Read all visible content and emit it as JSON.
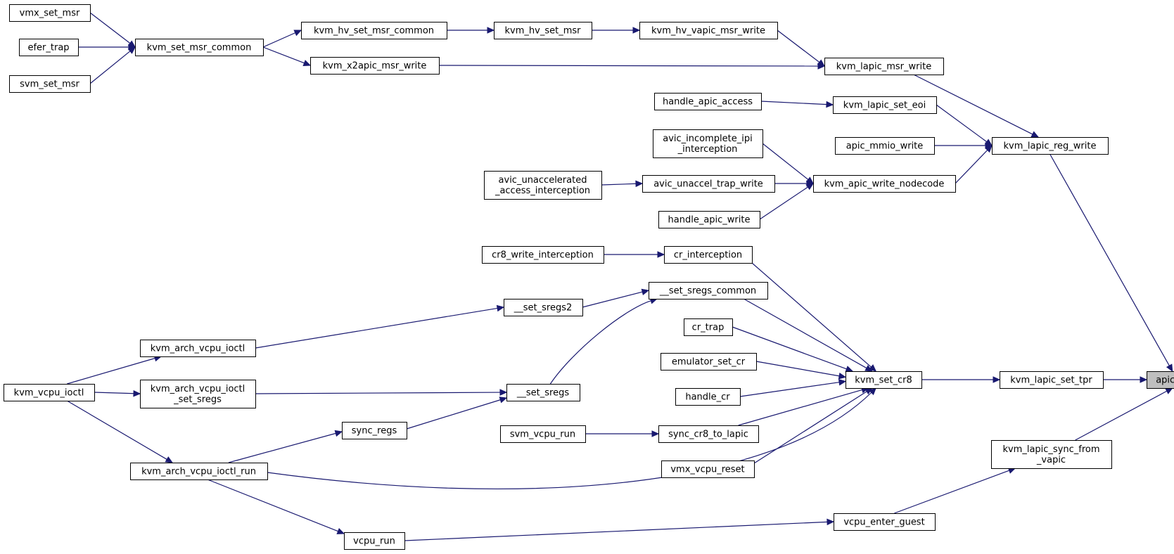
{
  "colors": {
    "edge": "#191970",
    "highlight_fill": "#bfbfbf",
    "box_fill": "#ffffff",
    "box_stroke": "#000000"
  },
  "nodes": {
    "vmx_set_msr": [
      "vmx_set_msr"
    ],
    "efer_trap": [
      "efer_trap"
    ],
    "svm_set_msr": [
      "svm_set_msr"
    ],
    "kvm_set_msr_common": [
      "kvm_set_msr_common"
    ],
    "kvm_hv_set_msr_common": [
      "kvm_hv_set_msr_common"
    ],
    "kvm_hv_set_msr": [
      "kvm_hv_set_msr"
    ],
    "kvm_hv_vapic_msr_write": [
      "kvm_hv_vapic_msr_write"
    ],
    "kvm_x2apic_msr_write": [
      "kvm_x2apic_msr_write"
    ],
    "kvm_lapic_msr_write": [
      "kvm_lapic_msr_write"
    ],
    "handle_apic_access": [
      "handle_apic_access"
    ],
    "kvm_lapic_set_eoi": [
      "kvm_lapic_set_eoi"
    ],
    "avic_incomplete_ipi_interception": [
      "avic_incomplete_ipi",
      "_interception"
    ],
    "apic_mmio_write": [
      "apic_mmio_write"
    ],
    "kvm_lapic_reg_write": [
      "kvm_lapic_reg_write"
    ],
    "avic_unaccelerated_access_interception": [
      "avic_unaccelerated",
      "_access_interception"
    ],
    "avic_unaccel_trap_write": [
      "avic_unaccel_trap_write"
    ],
    "kvm_apic_write_nodecode": [
      "kvm_apic_write_nodecode"
    ],
    "handle_apic_write": [
      "handle_apic_write"
    ],
    "cr8_write_interception": [
      "cr8_write_interception"
    ],
    "cr_interception": [
      "cr_interception"
    ],
    "__set_sregs_common": [
      "__set_sregs_common"
    ],
    "__set_sregs2": [
      "__set_sregs2"
    ],
    "cr_trap": [
      "cr_trap"
    ],
    "kvm_arch_vcpu_ioctl": [
      "kvm_arch_vcpu_ioctl"
    ],
    "emulator_set_cr": [
      "emulator_set_cr"
    ],
    "kvm_vcpu_ioctl": [
      "kvm_vcpu_ioctl"
    ],
    "kvm_arch_vcpu_ioctl_set_sregs": [
      "kvm_arch_vcpu_ioctl",
      "_set_sregs"
    ],
    "__set_sregs": [
      "__set_sregs"
    ],
    "kvm_set_cr8": [
      "kvm_set_cr8"
    ],
    "kvm_lapic_set_tpr": [
      "kvm_lapic_set_tpr"
    ],
    "apic_set_tpr": [
      "apic_set_tpr"
    ],
    "handle_cr": [
      "handle_cr"
    ],
    "sync_regs": [
      "sync_regs"
    ],
    "svm_vcpu_run": [
      "svm_vcpu_run"
    ],
    "sync_cr8_to_lapic": [
      "sync_cr8_to_lapic"
    ],
    "kvm_lapic_sync_from_vapic": [
      "kvm_lapic_sync_from",
      "_vapic"
    ],
    "kvm_arch_vcpu_ioctl_run": [
      "kvm_arch_vcpu_ioctl_run"
    ],
    "vmx_vcpu_reset": [
      "vmx_vcpu_reset"
    ],
    "vcpu_enter_guest": [
      "vcpu_enter_guest"
    ],
    "vcpu_run": [
      "vcpu_run"
    ]
  },
  "edges": [
    [
      "vmx_set_msr",
      "kvm_set_msr_common"
    ],
    [
      "efer_trap",
      "kvm_set_msr_common"
    ],
    [
      "svm_set_msr",
      "kvm_set_msr_common"
    ],
    [
      "kvm_set_msr_common",
      "kvm_hv_set_msr_common"
    ],
    [
      "kvm_set_msr_common",
      "kvm_x2apic_msr_write"
    ],
    [
      "kvm_hv_set_msr_common",
      "kvm_hv_set_msr"
    ],
    [
      "kvm_hv_set_msr",
      "kvm_hv_vapic_msr_write"
    ],
    [
      "kvm_hv_vapic_msr_write",
      "kvm_lapic_msr_write"
    ],
    [
      "kvm_x2apic_msr_write",
      "kvm_lapic_msr_write"
    ],
    [
      "kvm_lapic_msr_write",
      "kvm_lapic_reg_write"
    ],
    [
      "handle_apic_access",
      "kvm_lapic_set_eoi"
    ],
    [
      "kvm_lapic_set_eoi",
      "kvm_lapic_reg_write"
    ],
    [
      "apic_mmio_write",
      "kvm_lapic_reg_write"
    ],
    [
      "avic_incomplete_ipi_interception",
      "kvm_apic_write_nodecode"
    ],
    [
      "avic_unaccelerated_access_interception",
      "avic_unaccel_trap_write"
    ],
    [
      "avic_unaccel_trap_write",
      "kvm_apic_write_nodecode"
    ],
    [
      "handle_apic_write",
      "kvm_apic_write_nodecode"
    ],
    [
      "kvm_apic_write_nodecode",
      "kvm_lapic_reg_write"
    ],
    [
      "kvm_lapic_reg_write",
      "apic_set_tpr"
    ],
    [
      "cr8_write_interception",
      "cr_interception"
    ],
    [
      "cr_interception",
      "kvm_set_cr8"
    ],
    [
      "__set_sregs2",
      "__set_sregs_common"
    ],
    [
      "__set_sregs",
      "__set_sregs_common"
    ],
    [
      "__set_sregs_common",
      "kvm_set_cr8"
    ],
    [
      "kvm_arch_vcpu_ioctl",
      "__set_sregs2"
    ],
    [
      "kvm_vcpu_ioctl",
      "kvm_arch_vcpu_ioctl"
    ],
    [
      "kvm_vcpu_ioctl",
      "kvm_arch_vcpu_ioctl_set_sregs"
    ],
    [
      "kvm_vcpu_ioctl",
      "kvm_arch_vcpu_ioctl_run"
    ],
    [
      "kvm_arch_vcpu_ioctl_set_sregs",
      "__set_sregs"
    ],
    [
      "cr_trap",
      "kvm_set_cr8"
    ],
    [
      "emulator_set_cr",
      "kvm_set_cr8"
    ],
    [
      "handle_cr",
      "kvm_set_cr8"
    ],
    [
      "sync_regs",
      "__set_sregs"
    ],
    [
      "kvm_arch_vcpu_ioctl_run",
      "sync_regs"
    ],
    [
      "svm_vcpu_run",
      "sync_cr8_to_lapic"
    ],
    [
      "sync_cr8_to_lapic",
      "kvm_set_cr8"
    ],
    [
      "vmx_vcpu_reset",
      "kvm_set_cr8"
    ],
    [
      "kvm_arch_vcpu_ioctl_run",
      "kvm_set_cr8"
    ],
    [
      "kvm_set_cr8",
      "kvm_lapic_set_tpr"
    ],
    [
      "kvm_lapic_set_tpr",
      "apic_set_tpr"
    ],
    [
      "kvm_lapic_sync_from_vapic",
      "apic_set_tpr"
    ],
    [
      "vcpu_enter_guest",
      "kvm_lapic_sync_from_vapic"
    ],
    [
      "kvm_arch_vcpu_ioctl_run",
      "vcpu_run"
    ],
    [
      "vcpu_run",
      "vcpu_enter_guest"
    ]
  ]
}
